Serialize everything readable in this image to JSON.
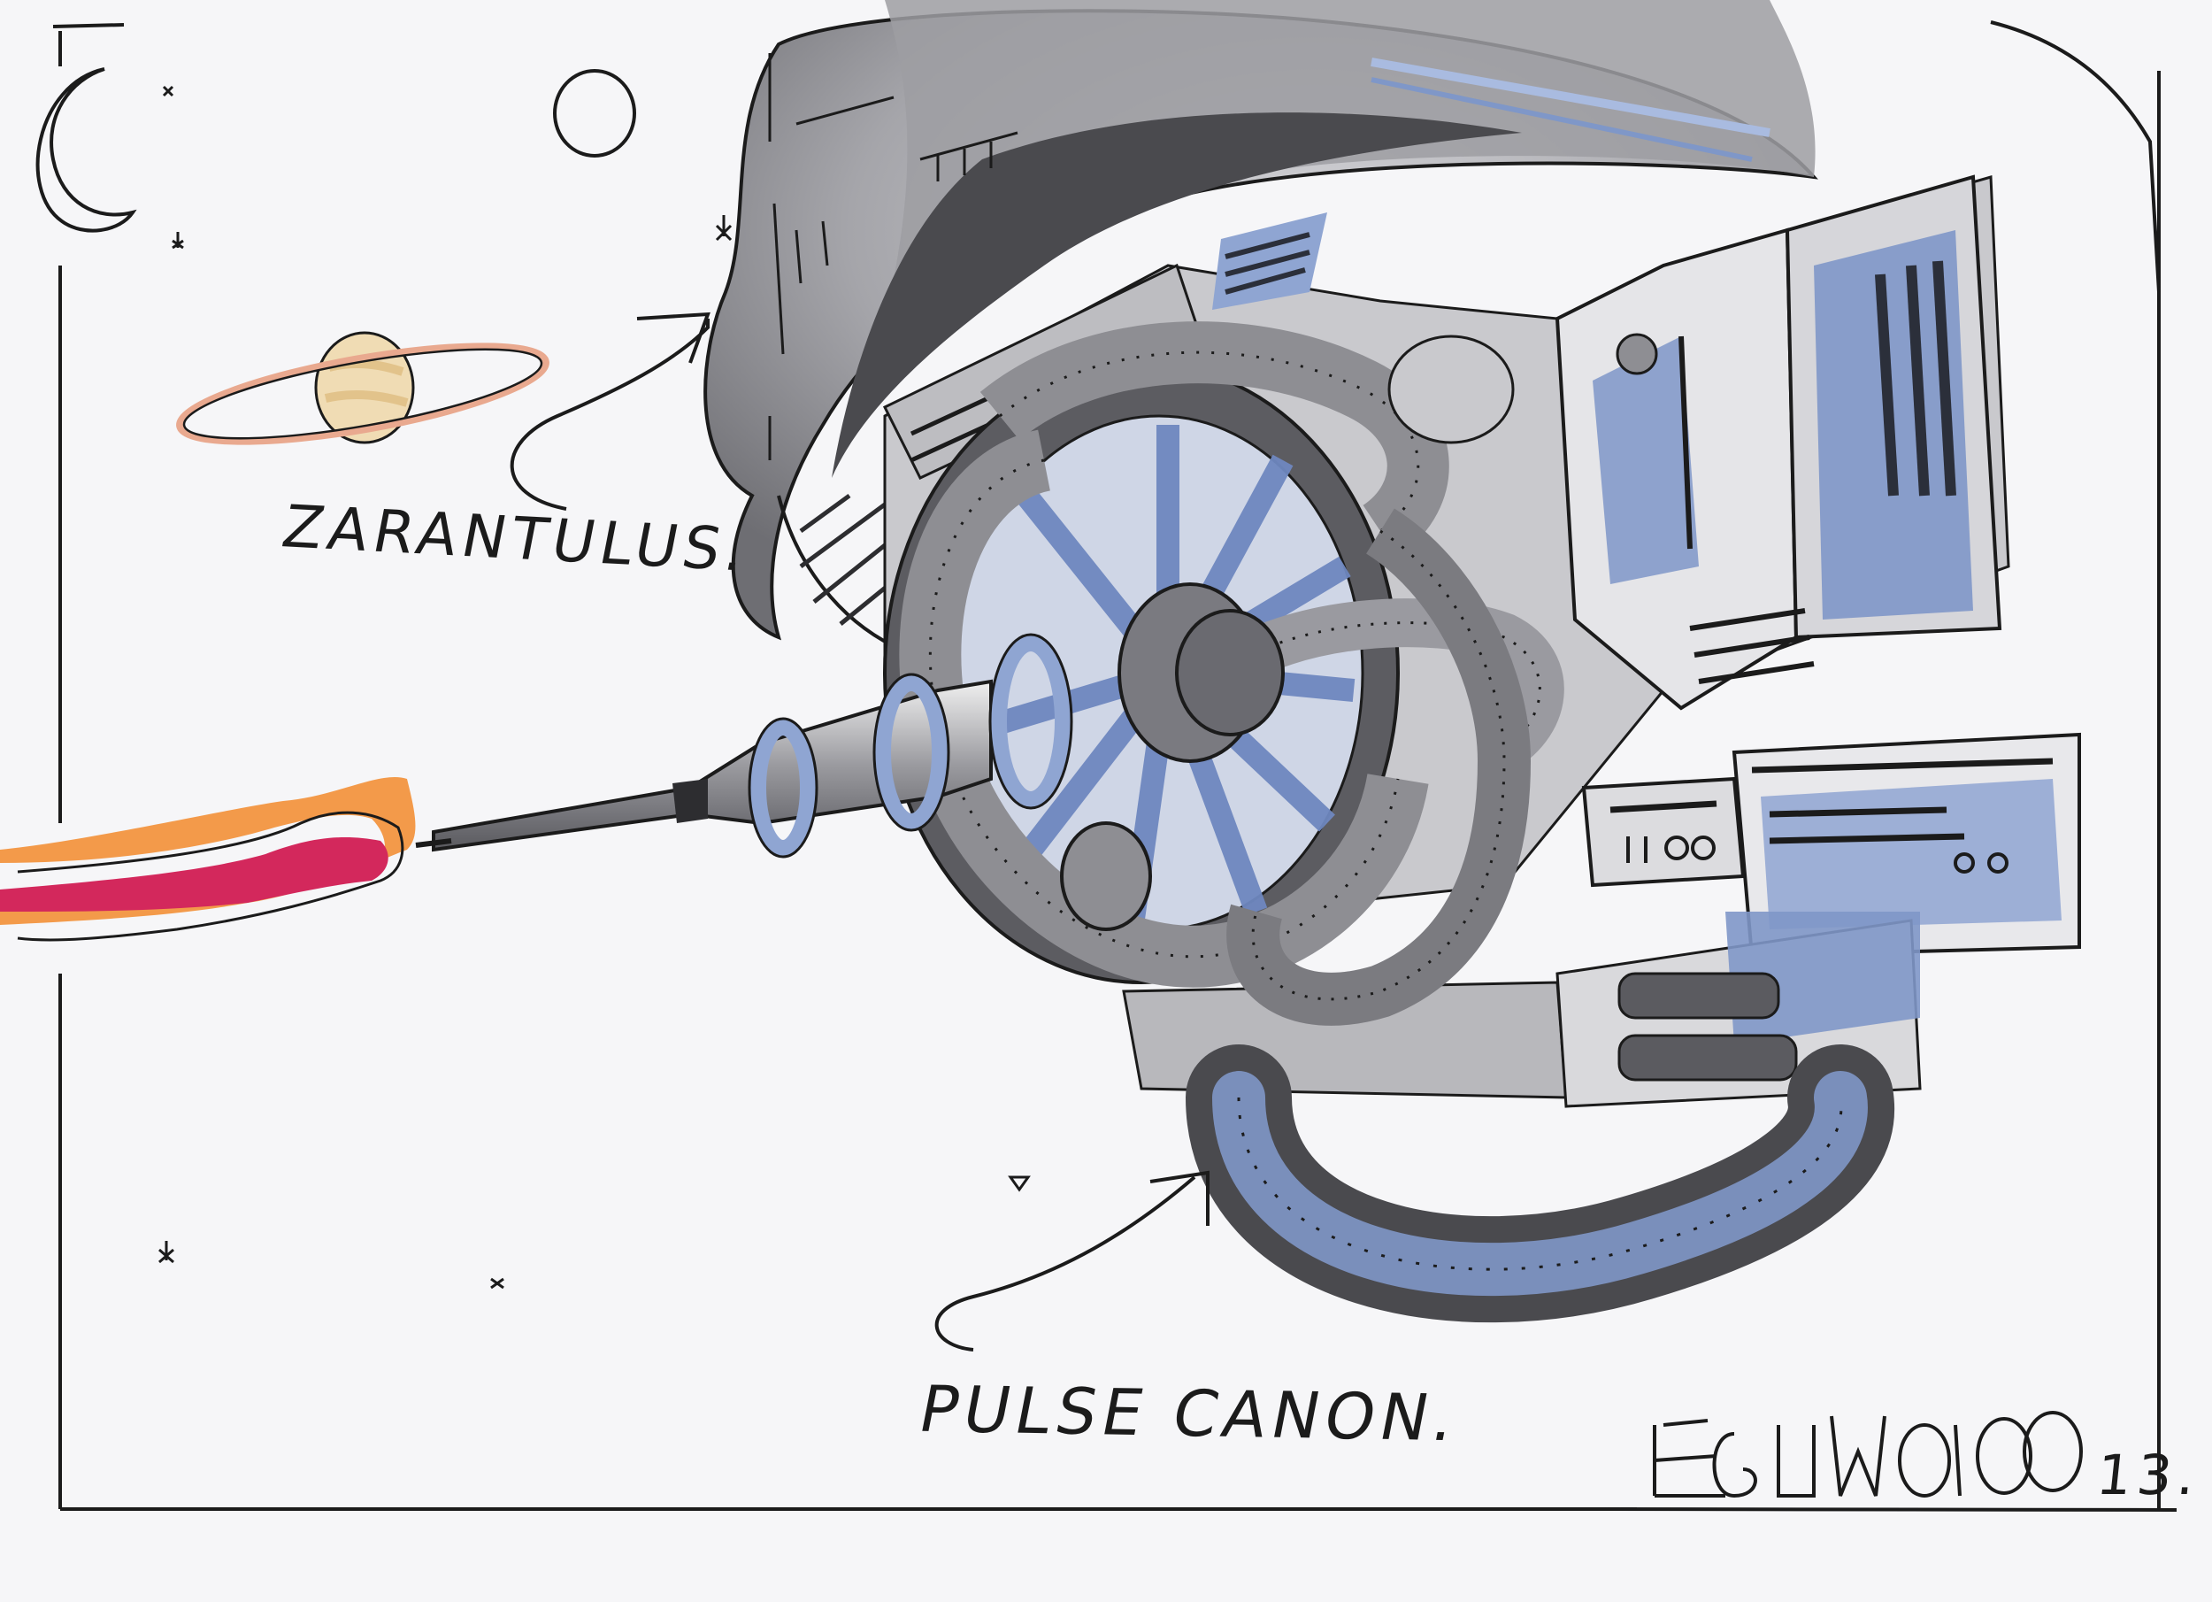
{
  "sketch": {
    "subject": "sci-fi spaceship pulse cannon marker concept sketch",
    "labels": {
      "ship_name": "ZARANTULUS.",
      "weapon_name": "PULSE CANON.",
      "signature_year": "13."
    },
    "signature": "Eduardo",
    "colors": {
      "paper": "#f6f6f8",
      "ink": "#1b1b1b",
      "marker_gray_light": "#bfbfc3",
      "marker_gray_mid": "#8e8e93",
      "marker_gray_dark": "#4a4a4e",
      "marker_blue": "#7f97c8",
      "marker_blue_light": "#a9bbe0",
      "beam_orange": "#f39a4a",
      "beam_magenta": "#d3285c",
      "planet_tan": "#e8cfa0",
      "planet_ring": "#e9a98f"
    },
    "icons": [
      "crescent-moon-icon",
      "ringed-planet-icon",
      "star-icon"
    ]
  }
}
